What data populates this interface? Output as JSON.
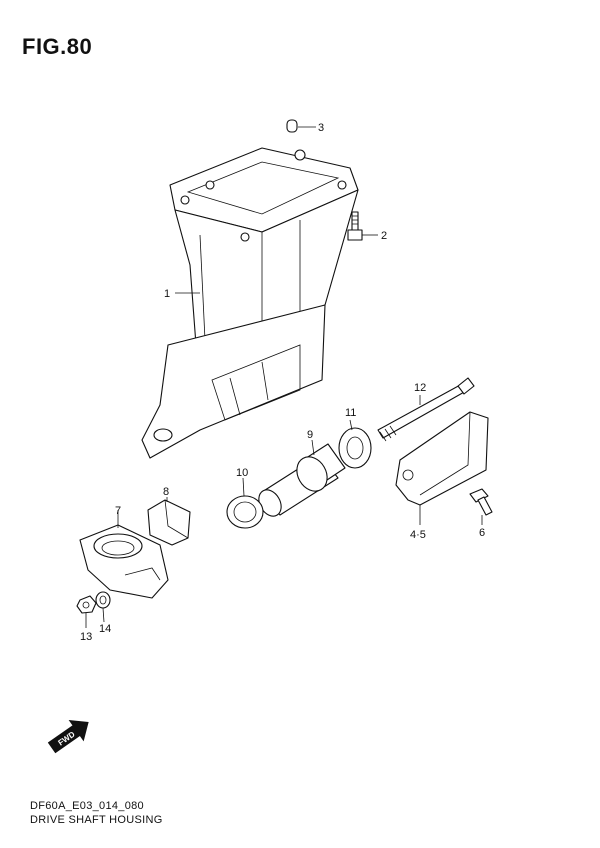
{
  "figure": {
    "title": "FIG.80"
  },
  "footer": {
    "code": "DF60A_E03_014_080",
    "name": "DRIVE SHAFT HOUSING"
  },
  "callouts": {
    "c1": "1",
    "c2": "2",
    "c3": "3",
    "c45": "4·5",
    "c6": "6",
    "c7": "7",
    "c8": "8",
    "c9": "9",
    "c10": "10",
    "c11": "11",
    "c12": "12",
    "c13": "13",
    "c14": "14"
  },
  "icons": {
    "fwd": "FWD"
  }
}
